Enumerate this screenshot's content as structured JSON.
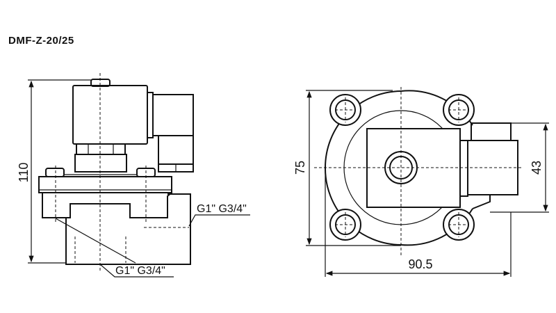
{
  "title": "DMF-Z-20/25",
  "side_view": {
    "height_dim": "110",
    "side_port_label": "G1\" G3/4\"",
    "bottom_port_label": "G1\"  G3/4\""
  },
  "top_view": {
    "height_dim": "75",
    "width_dim": "90.5",
    "connector_dim": "43"
  }
}
